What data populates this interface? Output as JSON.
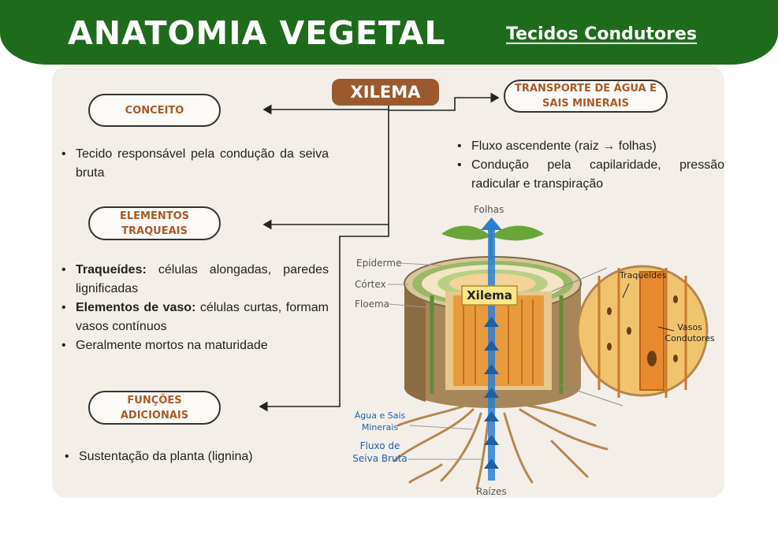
{
  "header": {
    "title": "ANATOMIA VEGETAL",
    "subtitle": "Tecidos Condutores"
  },
  "center": {
    "label": "XILEMA"
  },
  "concepts": {
    "conceito": {
      "label": "CONCEITO",
      "bullets": [
        "Tecido responsável pela condução da seiva bruta"
      ]
    },
    "elementos": {
      "label": "ELEMENTOS TRAQUEAIS",
      "bullets": [
        {
          "bold": "Traqueídes:",
          "text": " células alongadas, paredes lignificadas"
        },
        {
          "bold": "Elementos de vaso:",
          "text": " células curtas, formam vasos contínuos"
        },
        {
          "bold": "",
          "text": "Geralmente mortos na maturidade"
        }
      ]
    },
    "funcoes": {
      "label": "FUNÇÕES ADICIONAIS",
      "bullets": [
        "Sustentação da planta (lignina)"
      ]
    },
    "transporte": {
      "label": "TRANSPORTE DE ÁGUA E SAIS MINERAIS",
      "bullets": [
        "Fluxo ascendente (raiz → folhas)",
        "Condução pela capilaridade, pressão radicular e transpiração"
      ]
    }
  },
  "illustration": {
    "top": "Folhas",
    "bottom": "Raízes",
    "layers": [
      "Epiderme",
      "Córtex",
      "Floema"
    ],
    "xylem_tag": "Xilema",
    "zoom_labels": [
      "Traqueídes",
      "Vasos Condutores"
    ],
    "flow_labels": [
      "Água e Sais Minerais",
      "Fluxo de Seiva Bruta"
    ]
  },
  "colors": {
    "header": "#1f6b1c",
    "accent": "#9a5a2e",
    "panel": "#f3efe8",
    "flow": "#2a7fd4"
  }
}
